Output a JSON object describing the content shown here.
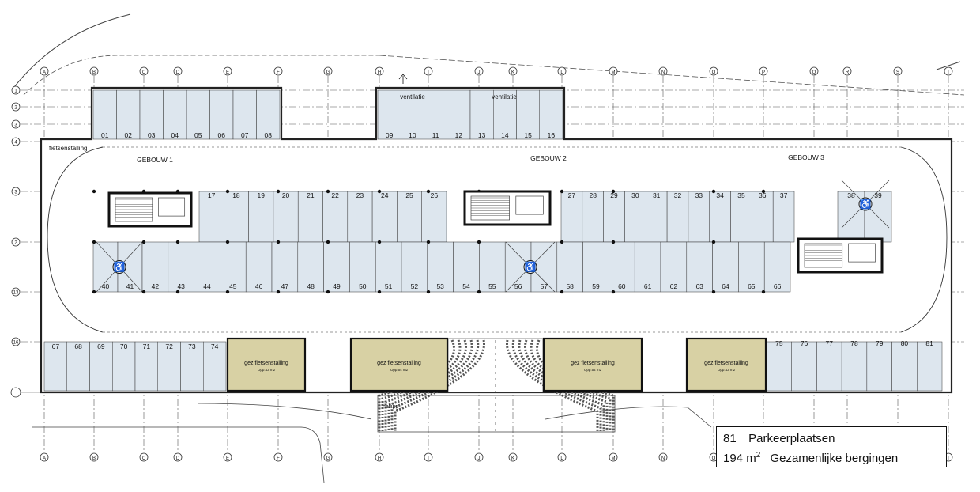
{
  "grid_columns": [
    "A",
    "B",
    "C",
    "D",
    "E",
    "F",
    "G",
    "H",
    "I",
    "J",
    "K",
    "L",
    "M",
    "N",
    "O",
    "P",
    "Q",
    "R",
    "S",
    "T"
  ],
  "grid_rows_top": [
    "1",
    "2",
    "3",
    "4"
  ],
  "grid_rows_left": [
    "3",
    "2",
    "13",
    "16"
  ],
  "buildings": [
    "GEBOUW 1",
    "GEBOUW 2",
    "GEBOUW 3"
  ],
  "labels": {
    "ventilatie": "ventilatie",
    "fietsenstalling": "fietsenstalling",
    "helling": "helling"
  },
  "storage_rooms": [
    {
      "name": "gez fietsenstalling",
      "area": "Opp:43 m2"
    },
    {
      "name": "gez fietsenstalling",
      "area": "Opp:54 m2"
    },
    {
      "name": "gez fietsenstalling",
      "area": "Opp:54 m2"
    },
    {
      "name": "gez fietsenstalling",
      "area": "Opp:43 m2"
    }
  ],
  "parking_rows": {
    "top": [
      "01",
      "02",
      "03",
      "04",
      "05",
      "06",
      "07",
      "08",
      "09",
      "10",
      "11",
      "12",
      "13",
      "14",
      "15",
      "16"
    ],
    "upper": [
      "17",
      "18",
      "19",
      "20",
      "21",
      "22",
      "23",
      "24",
      "25",
      "26",
      "27",
      "28",
      "29",
      "30",
      "31",
      "32",
      "33",
      "34",
      "35",
      "36",
      "37",
      "38",
      "39"
    ],
    "middle": [
      "40",
      "41",
      "42",
      "43",
      "44",
      "45",
      "46",
      "47",
      "48",
      "49",
      "50",
      "51",
      "52",
      "53",
      "54",
      "55",
      "56",
      "57",
      "58",
      "59",
      "60",
      "61",
      "62",
      "63",
      "64",
      "65",
      "66"
    ],
    "bottom_left": [
      "67",
      "68",
      "69",
      "70",
      "71",
      "72",
      "73",
      "74"
    ],
    "bottom_right": [
      "75",
      "76",
      "77",
      "78",
      "79",
      "80",
      "81"
    ]
  },
  "legend": {
    "parking_count": "81",
    "parking_label": "Parkeerplaatsen",
    "storage_area": "194 m",
    "storage_unit_sup": "2",
    "storage_label": "Gezamenlijke bergingen"
  },
  "colors": {
    "bay_fill": "#dde6ee",
    "storage_fill": "#d8d1a4",
    "line": "#222222"
  }
}
